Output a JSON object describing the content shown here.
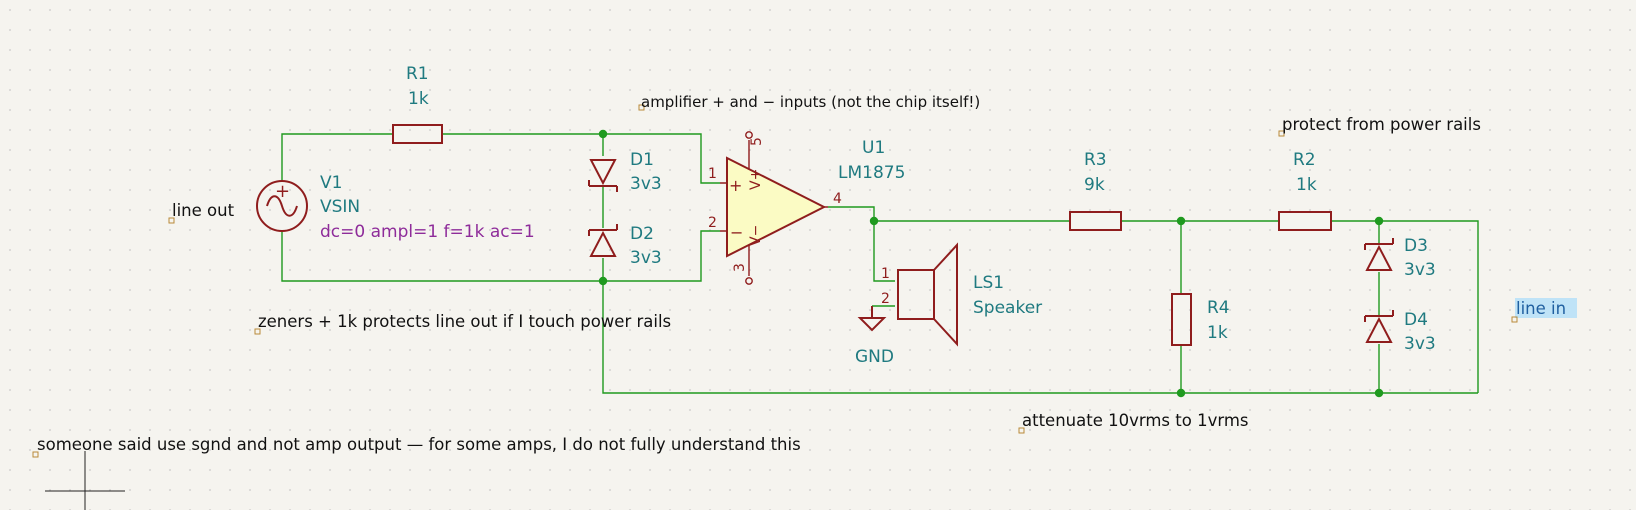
{
  "schematic": {
    "components": {
      "r1": {
        "ref": "R1",
        "value": "1k"
      },
      "r2": {
        "ref": "R2",
        "value": "1k"
      },
      "r3": {
        "ref": "R3",
        "value": "9k"
      },
      "r4": {
        "ref": "R4",
        "value": "1k"
      },
      "d1": {
        "ref": "D1",
        "value": "3v3"
      },
      "d2": {
        "ref": "D2",
        "value": "3v3"
      },
      "d3": {
        "ref": "D3",
        "value": "3v3"
      },
      "d4": {
        "ref": "D4",
        "value": "3v3"
      },
      "v1": {
        "ref": "V1",
        "value": "VSIN",
        "sim": "dc=0 ampl=1 f=1k ac=1"
      },
      "u1": {
        "ref": "U1",
        "value": "LM1875",
        "pins": [
          "1",
          "2",
          "3",
          "4",
          "5"
        ],
        "plus": "+",
        "minus": "−",
        "vplus": "V+",
        "vminus": "V−"
      },
      "ls1": {
        "ref": "LS1",
        "value": "Speaker",
        "pins": [
          "1",
          "2"
        ]
      },
      "gnd": {
        "label": "GND"
      },
      "vsrc_plus": "+"
    },
    "notes": {
      "amp_inputs": "amplifier + and − inputs (not the chip itself!)",
      "protect_rails": "protect from power rails",
      "line_out": "line out",
      "zeners": "zeners + 1k protects line out if I touch power rails",
      "attenuate": "attenuate 10vrms to 1vrms",
      "sgnd": "someone said use sgnd and not amp output — for some amps, I do not fully understand this"
    },
    "labels": {
      "line_in": "line in"
    },
    "colors": {
      "wire": "#1f9a1f",
      "symbol": "#8f1d1d",
      "reference": "#1f7a80",
      "sim_params": "#8e2c9a",
      "background": "#f5f4ef",
      "opamp_fill": "#fbfbc4"
    }
  }
}
